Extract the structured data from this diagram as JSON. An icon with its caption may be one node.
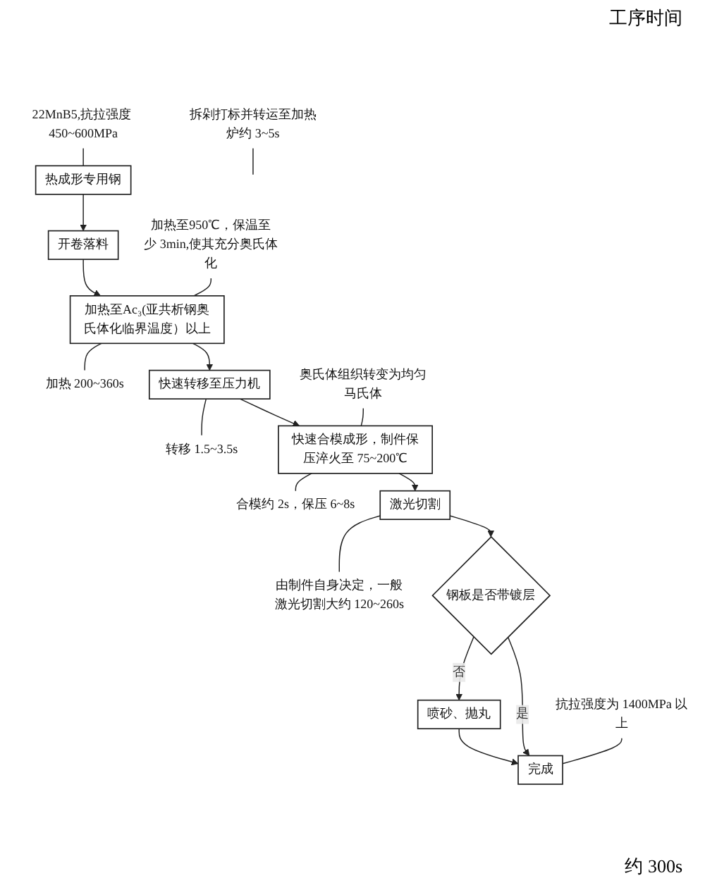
{
  "diagram": {
    "nodes": [
      {
        "text": [
          "22MnB5,抗拉强度 450~600MPa"
        ]
      },
      {
        "text": [
          "热成形专用钢"
        ]
      },
      {
        "text": [
          "开卷落料"
        ]
      },
      {
        "text": [
          "拆剁打标并转运至加热炉约 3~5s"
        ]
      },
      {
        "text": [
          "加热至950℃，保温至少 3min,使其充分奥氏体化"
        ]
      },
      {
        "text": [
          "加热至Ac₃(亚共析钢奥氏体化临界温度）以上"
        ]
      },
      {
        "text": [
          "加热 200~360s"
        ]
      },
      {
        "text": [
          "快速转移至压力机"
        ]
      },
      {
        "text": [
          "转移 1.5~3.5s"
        ]
      },
      {
        "text": [
          "奥氏体组织转变为均匀马氏体"
        ]
      },
      {
        "text": [
          "快速合模成形，制件保压淬火至 75~200℃"
        ]
      },
      {
        "text": [
          "合模约 2s，保压 6~8s"
        ]
      },
      {
        "text": [
          "激光切割"
        ]
      },
      {
        "text": [
          "由制件自身决定，一般激光切割大约 120~260s"
        ]
      },
      {
        "text": [
          "钢板是否带镀层"
        ]
      },
      {
        "text": [
          "喷砂、抛丸"
        ]
      },
      {
        "text": [
          "完成"
        ]
      },
      {
        "text": [
          "抗拉强度为 1400MPa 以上"
        ]
      }
    ],
    "edges": [
      {
        "from": 1,
        "to": 2,
        "arrow": "to"
      },
      {
        "from": 2,
        "to": 5,
        "arrow": "to"
      },
      {
        "from": 5,
        "to": 7,
        "arrow": "to"
      },
      {
        "from": 7,
        "to": 10,
        "arrow": "to"
      },
      {
        "from": 10,
        "to": 12,
        "arrow": "to"
      },
      {
        "from": 12,
        "to": 14,
        "arrow": "to"
      },
      {
        "from": 14,
        "to": 15,
        "arrow": "to",
        "label": "否"
      },
      {
        "from": 15,
        "to": 16,
        "arrow": "to"
      },
      {
        "from": 14,
        "to": 16,
        "arrow": "to",
        "label": "是"
      },
      {
        "from": 0,
        "to": 1,
        "arrow": "none"
      },
      {
        "from": 3,
        "to": null,
        "arrow": "none"
      },
      {
        "from": 4,
        "to": 5,
        "arrow": "none"
      },
      {
        "from": 5,
        "to": 6,
        "arrow": "none"
      },
      {
        "from": 7,
        "to": 8,
        "arrow": "none"
      },
      {
        "from": 9,
        "to": 10,
        "arrow": "none"
      },
      {
        "from": 10,
        "to": 11,
        "arrow": "none"
      },
      {
        "from": 12,
        "to": 13,
        "arrow": "none"
      },
      {
        "from": 17,
        "to": 16,
        "arrow": "none"
      }
    ],
    "labels": [
      "工序时间",
      "约 300s"
    ]
  }
}
